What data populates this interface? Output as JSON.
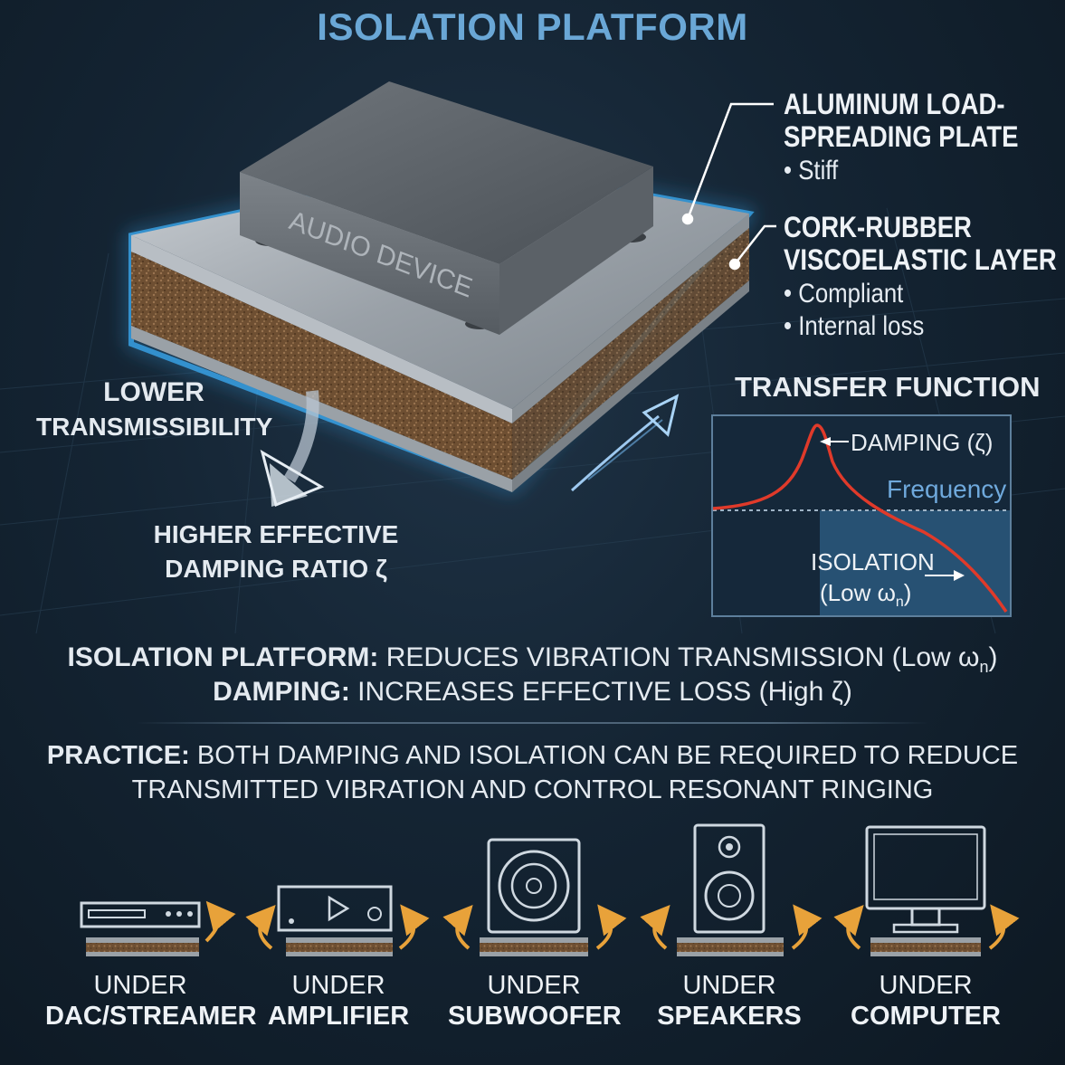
{
  "title": "ISOLATION PLATFORM",
  "device_label": "AUDIO DEVICE",
  "callouts": {
    "plate": {
      "title_line1": "ALUMINUM LOAD-",
      "title_line2": "SPREADING PLATE",
      "bullets": [
        "• Stiff"
      ]
    },
    "layer": {
      "title_line1": "CORK-RUBBER",
      "title_line2": "VISCOELASTIC LAYER",
      "bullets": [
        "• Compliant",
        "• Internal loss"
      ]
    }
  },
  "left_labels": {
    "lower_line1": "LOWER",
    "lower_line2": "TRANSMISSIBILITY",
    "higher_line1": "HIGHER EFFECTIVE",
    "higher_line2": "DAMPING RATIO ζ"
  },
  "transfer_function": {
    "title": "TRANSFER FUNCTION",
    "damping_label": "DAMPING (ζ)",
    "frequency_label": "Frequency",
    "isolation_line1": "ISOLATION",
    "isolation_line2_prefix": "(Low ω",
    "isolation_line2_sub": "n",
    "isolation_line2_suffix": ")"
  },
  "summary": {
    "line1_bold": "ISOLATION PLATFORM:",
    "line1_text": " REDUCES VIBRATION TRANSMISSION (Low ω",
    "line1_sub": "n",
    "line1_end": ")",
    "line2_bold": "DAMPING:",
    "line2_text": " INCREASES EFFECTIVE LOSS (High ζ)"
  },
  "practice": {
    "line1_bold": "PRACTICE:",
    "line1_text": " BOTH DAMPING AND ISOLATION CAN BE REQUIRED TO REDUCE",
    "line2_text": "TRANSMITTED VIBRATION AND CONTROL RESONANT RINGING"
  },
  "uses": [
    {
      "line1": "UNDER",
      "line2": "DAC/STREAMER",
      "icon": "dac-streamer-icon"
    },
    {
      "line1": "UNDER",
      "line2": "AMPLIFIER",
      "icon": "amplifier-icon"
    },
    {
      "line1": "UNDER",
      "line2": "SUBWOOFER",
      "icon": "subwoofer-icon"
    },
    {
      "line1": "UNDER",
      "line2": "SPEAKERS",
      "icon": "speaker-icon"
    },
    {
      "line1": "UNDER",
      "line2": "COMPUTER",
      "icon": "computer-icon"
    }
  ],
  "colors": {
    "title": "#6aa7d6",
    "glow": "#3cb4ff",
    "cork": "#7a5a3a",
    "curve": "#e03a2a",
    "arrow": "#e8a23a"
  }
}
